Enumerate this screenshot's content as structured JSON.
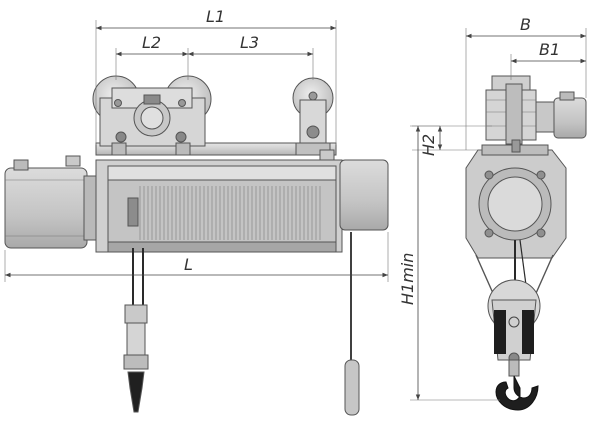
{
  "dimensions": {
    "L1": "L1",
    "L2": "L2",
    "L3": "L3",
    "L": "L",
    "B": "B",
    "B1": "B1",
    "H2": "H2",
    "H1min": "H1min"
  },
  "colors": {
    "body": "#d0d0d0",
    "body_light": "#e2e2e2",
    "body_dark": "#a8a8a8",
    "line": "#444444",
    "rope": "#2a2a2a"
  }
}
